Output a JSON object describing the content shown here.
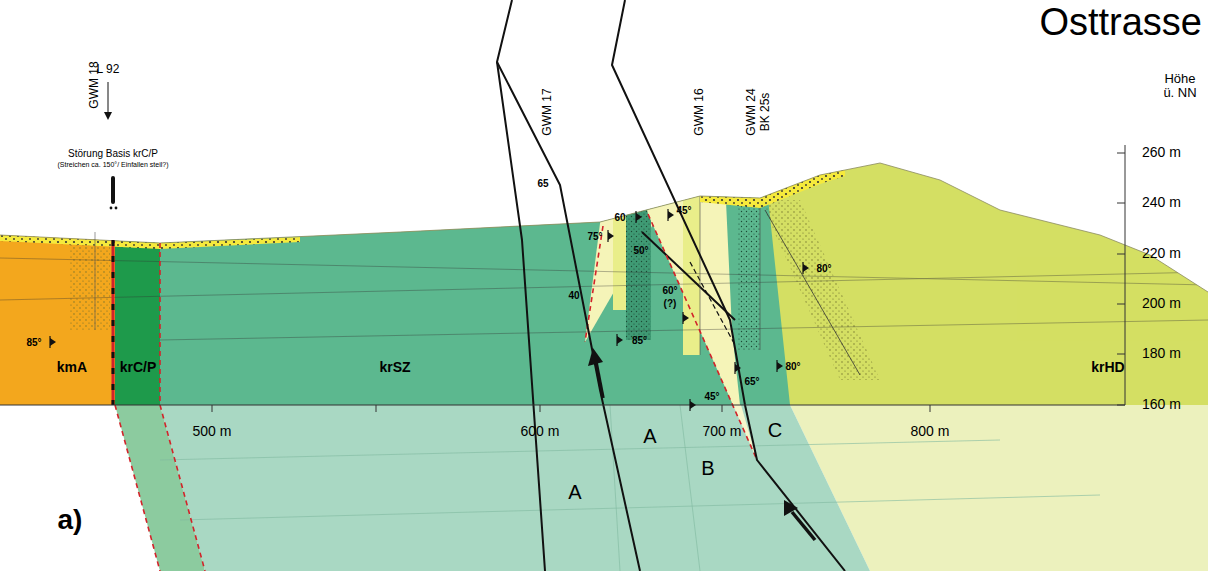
{
  "diagram": {
    "title": "Osttrasse",
    "labels": [
      "GWM 18",
      "L 92",
      "GWM 17",
      "GWM 16",
      "GWM 24",
      "BK 25s",
      "Höhe ü. NN",
      "260 m",
      "240 m",
      "220 m",
      "200 m",
      "180 m",
      "160 m",
      "Störung Basis krC/P",
      "(Streichen ca. 150°/ Einfallen steil?)",
      "65",
      "60",
      "45°",
      "75°",
      "50°",
      "40",
      "60°",
      "(?)",
      "85°",
      "kmA",
      "krC/P",
      "krSZ",
      "krHD",
      "85°",
      "80°",
      "45°",
      "65°",
      "80°",
      "500 m",
      "600 m",
      "700 m",
      "800 m",
      "A",
      "A",
      "B",
      "C",
      "a)"
    ]
  }
}
